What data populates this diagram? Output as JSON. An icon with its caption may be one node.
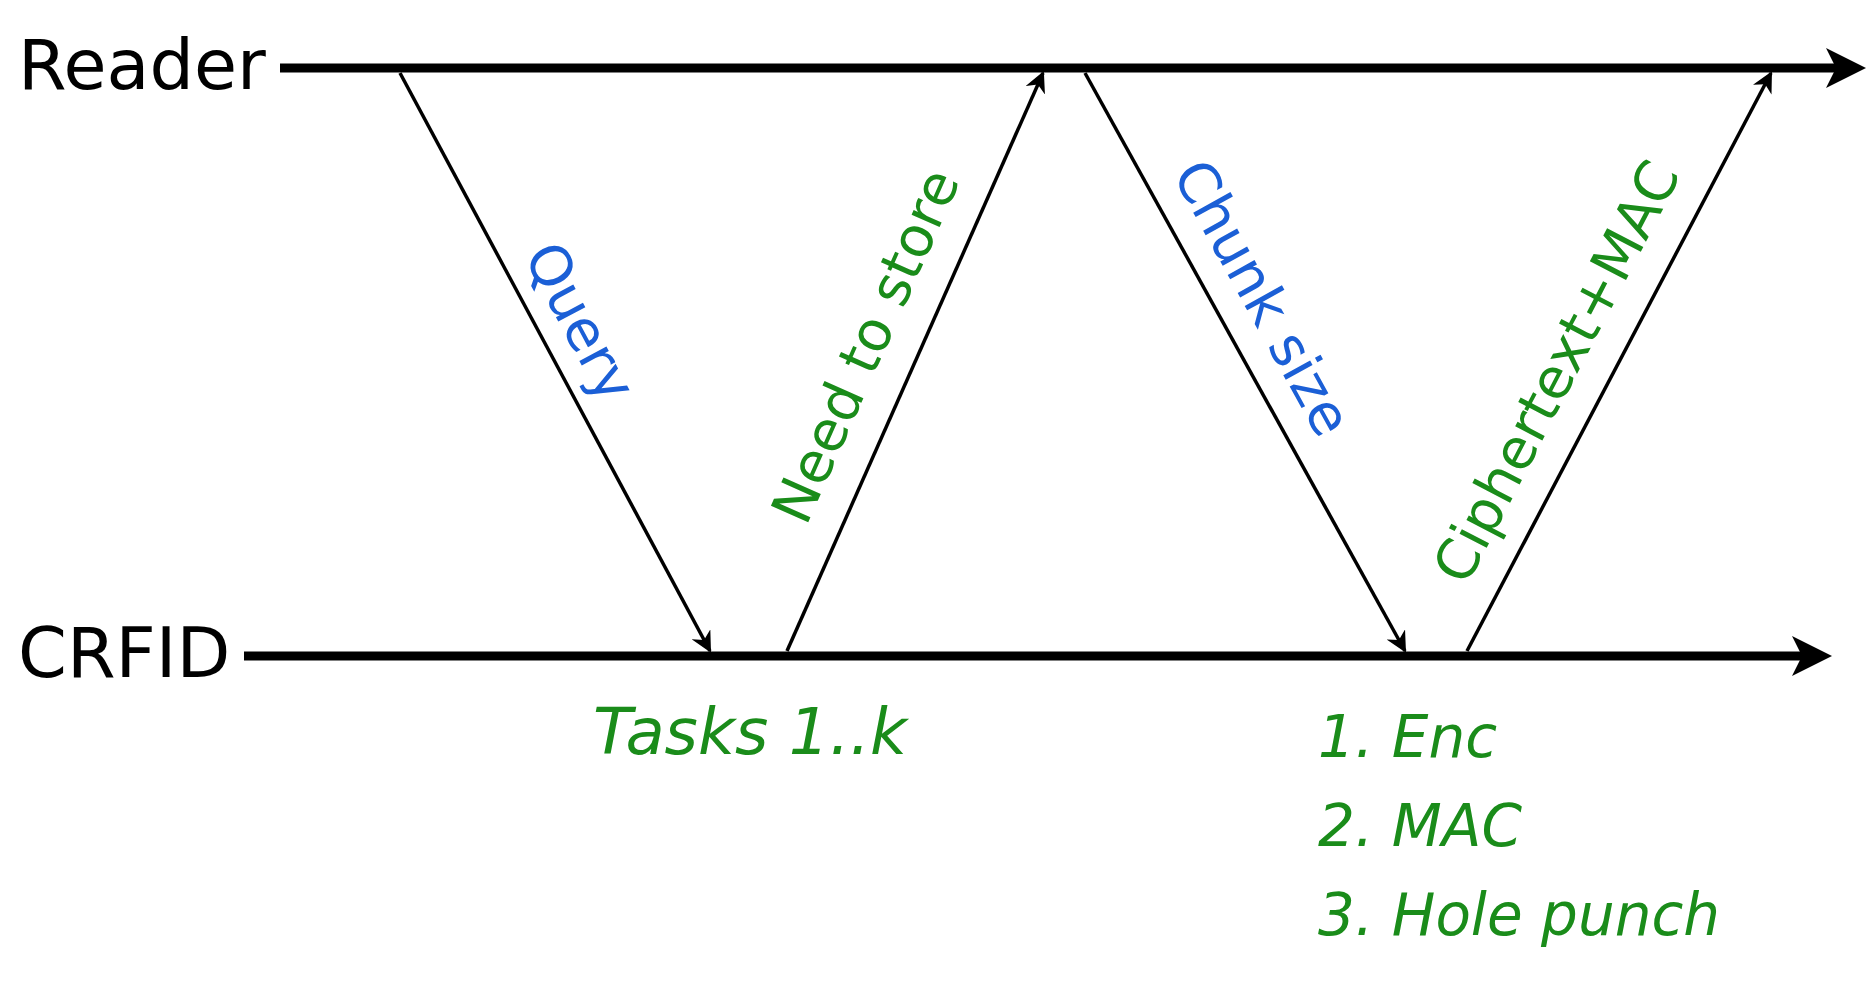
{
  "diagram": {
    "nodes": [
      {
        "text": [
          "Reader"
        ]
      },
      {
        "text": [
          "CRFID"
        ]
      }
    ],
    "edges": [
      {
        "from": 0,
        "to": 1,
        "arrow": "to",
        "label": "Query"
      },
      {
        "from": 1,
        "to": 0,
        "arrow": "to",
        "label": "Need to store"
      },
      {
        "from": 0,
        "to": 1,
        "arrow": "to",
        "label": "Chunk size"
      },
      {
        "from": 1,
        "to": 0,
        "arrow": "to",
        "label": "Ciphertext+MAC"
      }
    ],
    "labels": [
      "Tasks 1..k",
      "1. Enc",
      "2. MAC",
      "3. Hole punch"
    ]
  }
}
